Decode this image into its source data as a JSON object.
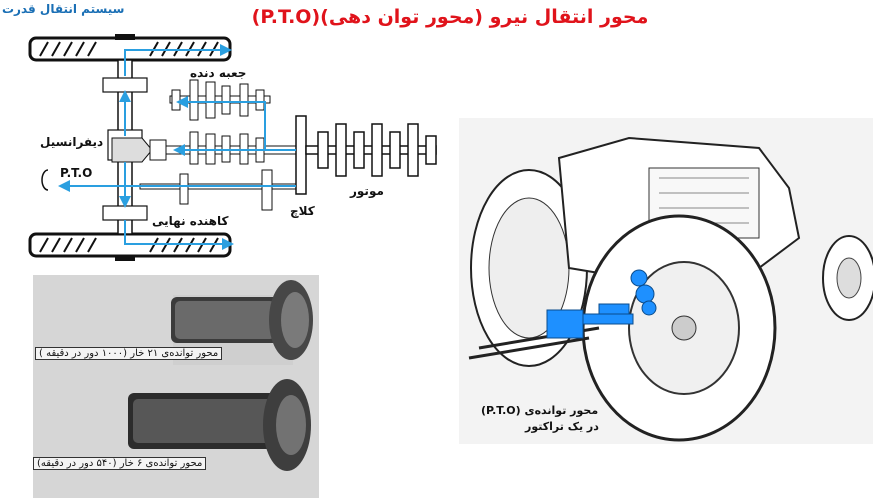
{
  "header": {
    "title": "محور انتقال نیرو (محور توان دهی)(P.T.O)",
    "section_label": "سیستم انتقال قدرت"
  },
  "drivetrain_diagram": {
    "ring_gear_label": "جعبه دنده",
    "differential_label": "دیفرانسیل",
    "pto_label": "P.T.O",
    "final_drive_label": "کاهنده نهایی",
    "clutch_label": "کلاچ",
    "engine_label": "موتور"
  },
  "shaft_photo": {
    "caption_1000": "محور توانده‌ی ۲۱ خار (۱۰۰۰ دور در دقیقه )",
    "caption_540": "محور توانده‌ی ۶ خار (۵۴۰ دور در دقیقه)"
  },
  "tractor_illustration": {
    "caption_line1": "محور توانده‌ی (P.T.O)",
    "caption_line2": "در یک تراکتور"
  },
  "colors": {
    "title": "#e0131b",
    "section": "#1a6fb5",
    "arrow": "#2a9fe0",
    "highlight_blue": "#1e90ff"
  }
}
